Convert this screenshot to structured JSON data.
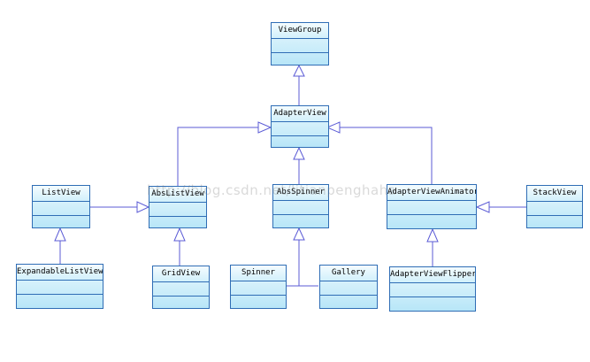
{
  "colors": {
    "line": "#5b5bd6",
    "border": "#2f6db5",
    "fill_top": "#e9f8fd",
    "fill_bottom": "#b8e6f8"
  },
  "classes": {
    "view_group": "ViewGroup",
    "adapter_view": "AdapterView",
    "abs_list_view": "AbsListView",
    "abs_spinner": "AbsSpinner",
    "adapter_view_animator": "AdapterViewAnimator",
    "list_view": "ListView",
    "stack_view": "StackView",
    "expandable_list_view": "ExpandableListView",
    "grid_view": "GridView",
    "spinner": "Spinner",
    "gallery": "Gallery",
    "adapter_view_flipper": "AdapterViewFlipper"
  },
  "watermark": "http://blog.csdn.net/litianpenghaha"
}
